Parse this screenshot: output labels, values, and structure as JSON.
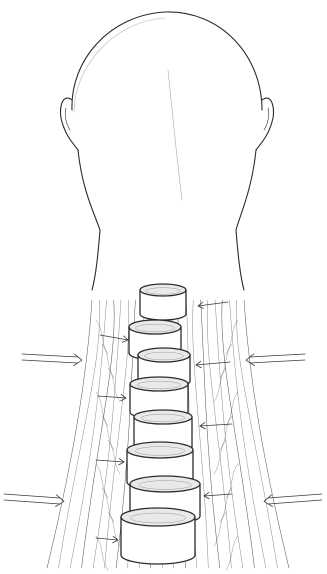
{
  "figure": {
    "description_labels": [],
    "colors": {
      "ink": "#2b2b2b",
      "disc_top": "#e9e9e9",
      "background": "#ffffff"
    },
    "icons": [
      "head-outline",
      "neck-outline",
      "vertebral-discs",
      "pressure-arrows",
      "muscle-fibers"
    ]
  }
}
